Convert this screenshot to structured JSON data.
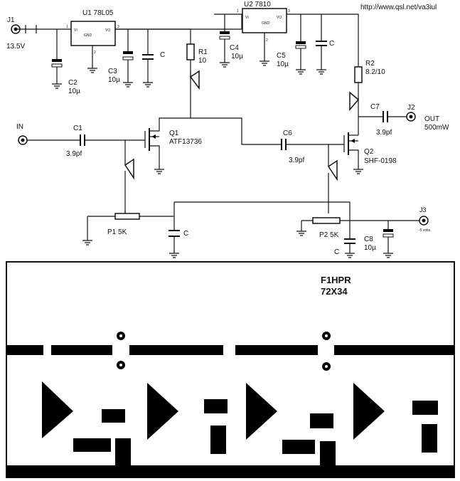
{
  "url": "http://www.qsl.net/va3iul",
  "schematic": {
    "u1": "U1 78L05",
    "u1_pin_gnd": "GND",
    "u1_pin_vi": "VI",
    "u1_pin_vo": "VO",
    "u2": "U2 7810",
    "u2_pin_gnd": "GND",
    "u2_pin_vi": "VI",
    "u2_pin_vo": "VO",
    "pin1": "1",
    "pin2": "2",
    "pin3": "3",
    "j1": "J1",
    "j1_voltage": "13.5V",
    "c2": "C2",
    "c2_val": "10µ",
    "c3": "C3",
    "c3_val": "10µ",
    "c_u1": "C",
    "r1": "R1",
    "r1_val": "10",
    "c4": "C4",
    "c4_val": "10µ",
    "c5": "C5",
    "c5_val": "10µ",
    "c_u2": "C",
    "r2": "R2",
    "r2_val": "8.2/10",
    "c7": "C7",
    "c7_val": "3.9pf",
    "j2": "J2",
    "out": "OUT",
    "out_power": "500mW",
    "in": "IN",
    "c1": "C1",
    "c1_val": "3.9pf",
    "q1": "Q1",
    "q1_part": "ATF13736",
    "c6": "C6",
    "c6_val": "3.9pf",
    "q2": "Q2",
    "q2_part": "SHF-0198",
    "j3": "J3",
    "j3_note": "-5 volts",
    "p1": "P1 5K",
    "c_p1": "C",
    "p2": "P2 5K",
    "c_p2": "C",
    "c8": "C8",
    "c8_val": "10µ"
  },
  "pcb": {
    "title": "F1HPR",
    "size": "72X34"
  }
}
